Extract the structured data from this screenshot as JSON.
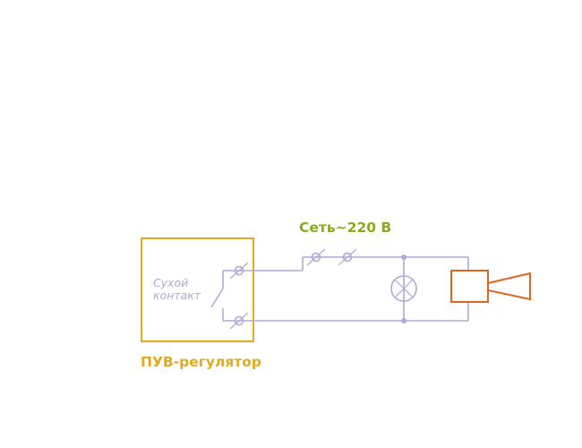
{
  "labels": {
    "mains": "Сеть~220 В",
    "regulator": "ПУВ-регулятор",
    "dry_contact_line1": "Сухой",
    "dry_contact_line2": "контакт"
  },
  "colors": {
    "wire": "#b4a7d6",
    "regulator_box": "#e0ab1f",
    "mains_label": "#8aab1a",
    "device": "#e0651f"
  },
  "icons": {
    "terminals": "terminal-icon",
    "lamp": "lamp-icon",
    "switch": "switch-icon",
    "device": "siren-icon"
  }
}
